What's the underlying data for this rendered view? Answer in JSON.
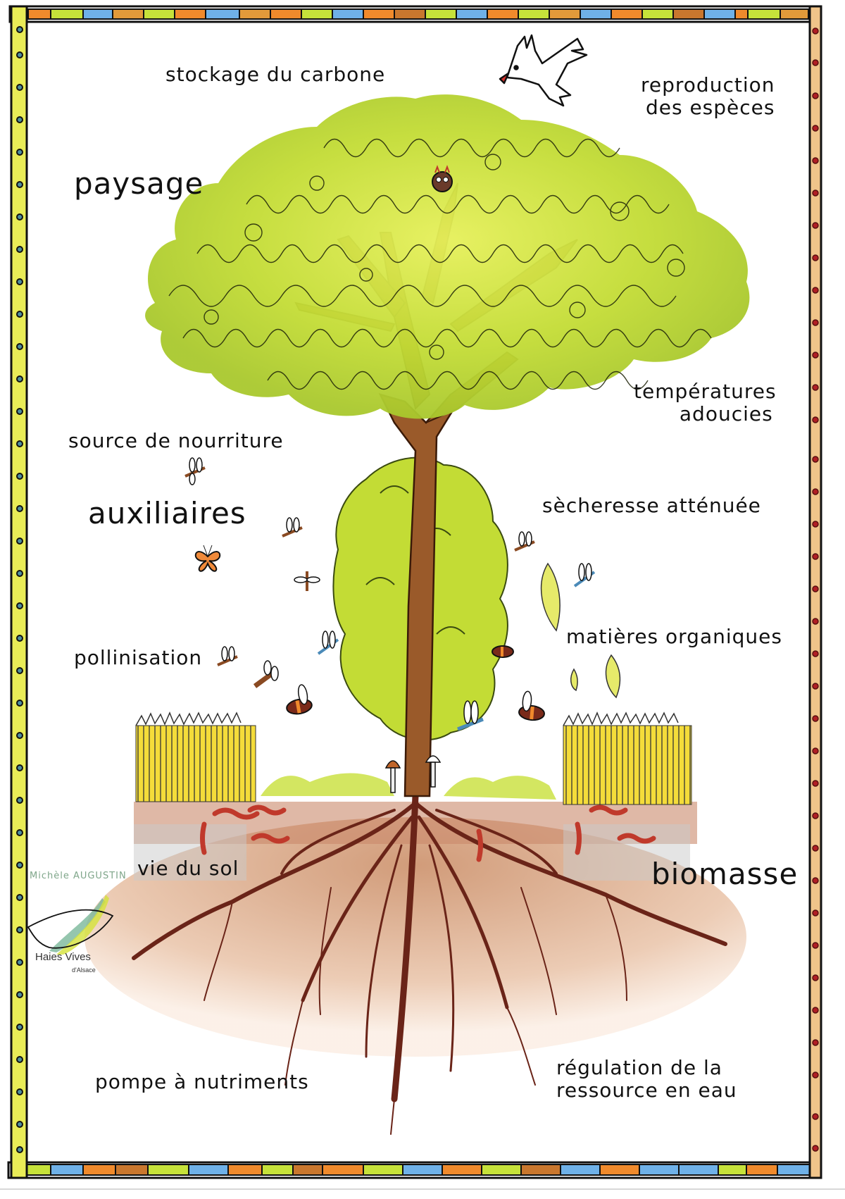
{
  "poster": {
    "title_labels": {
      "top_left": "stockage du carbone",
      "top_right_line1": "reproduction",
      "top_right_line2": "des espèces",
      "paysage": "paysage",
      "temperatures_line1": "températures",
      "temperatures_line2": "adoucies",
      "source_nourriture": "source de nourriture",
      "auxiliaires": "auxiliaires",
      "secheresse": "sècheresse atténuée",
      "pollinisation": "pollinisation",
      "matieres": "matières organiques",
      "vie_sol": "vie du sol",
      "biomasse": "biomasse",
      "pompe": "pompe à nutriments",
      "regulation_line1": "régulation de la",
      "regulation_line2": "ressource en eau"
    },
    "credits": {
      "artist": "Michèle AUGUSTIN",
      "logo_line1": "Haies Vives",
      "logo_line2": "d'Alsace"
    },
    "colors": {
      "canopy": "#c8e03a",
      "canopy_dark": "#9cbc2a",
      "trunk": "#8a4a22",
      "soil": "#c98c6a",
      "wheat": "#f2d530",
      "border_green": "#c6e23a",
      "border_blue": "#6fb1e8",
      "border_orange": "#f08a2c",
      "border_brown": "#c9772e",
      "left_border": "#e9ec57",
      "right_border": "#f0c48a",
      "root": "#7a2a1a"
    },
    "illustration": {
      "icons": [
        "bird-icon",
        "owl-nest-icon",
        "butterfly-icon",
        "bee-icon",
        "dragonfly-icon",
        "worm-icon",
        "mushroom-icon",
        "leaf-icon",
        "wheat-field-icon",
        "roots-icon"
      ]
    }
  }
}
